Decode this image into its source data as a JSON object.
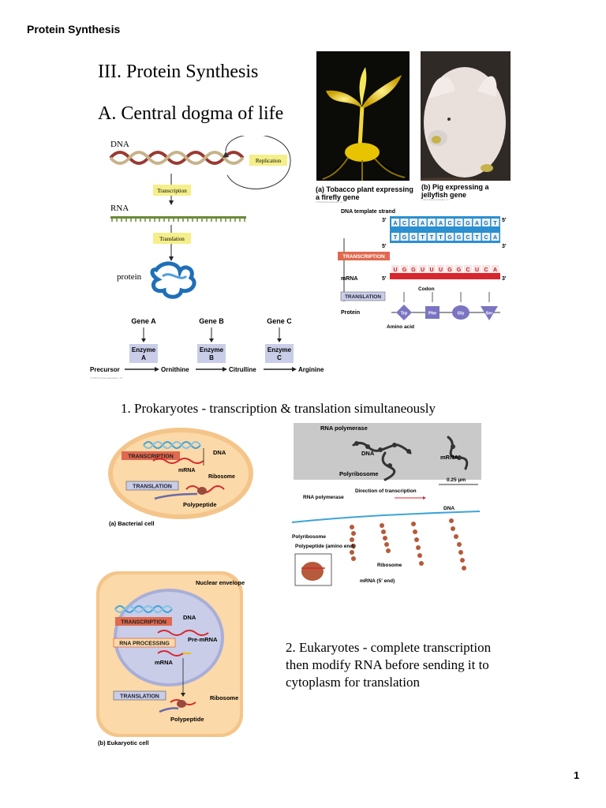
{
  "header": "Protein Synthesis",
  "page_number": "1",
  "title": "III. Protein Synthesis",
  "subtitle": "A. Central dogma of life",
  "dogma": {
    "dna": "DNA",
    "replication": "Replication",
    "transcription": "Transcription",
    "rna": "RNA",
    "translation": "Translation",
    "protein": "protein"
  },
  "photos": {
    "tobacco_caption": "(a) Tobacco plant expressing a firefly gene",
    "pig_caption": "(b) Pig expressing a jellyfish gene",
    "credit": "© 2014 Pearson Education, Inc."
  },
  "codon_fig": {
    "dna_template_strand": "DNA template strand",
    "three_prime": "3'",
    "five_prime": "5'",
    "top_bases": [
      "A",
      "C",
      "C",
      "A",
      "A",
      "A",
      "C",
      "C",
      "G",
      "A",
      "G",
      "T"
    ],
    "bottom_bases": [
      "T",
      "G",
      "G",
      "T",
      "T",
      "T",
      "G",
      "G",
      "C",
      "T",
      "C",
      "A"
    ],
    "transcription": "TRANSCRIPTION",
    "mrna": "mRNA",
    "mrna_bases": [
      "U",
      "G",
      "G",
      "U",
      "U",
      "U",
      "G",
      "G",
      "C",
      "U",
      "C",
      "A"
    ],
    "codon": "Codon",
    "translation": "TRANSLATION",
    "protein": "Protein",
    "amino_acids": [
      "Trp",
      "Phe",
      "Gly",
      "Ser"
    ],
    "amino_acid": "Amino acid"
  },
  "gene_fig": {
    "genes": [
      "Gene A",
      "Gene B",
      "Gene C"
    ],
    "enzymes": [
      [
        "Enzyme",
        "A"
      ],
      [
        "Enzyme",
        "B"
      ],
      [
        "Enzyme",
        "C"
      ]
    ],
    "steps": [
      "Precursor",
      "Ornithine",
      "Citrulline",
      "Arginine"
    ],
    "credit": "© 2014 Pearson Education, Inc."
  },
  "prokaryote_heading": "1. Prokaryotes - transcription & translation  simultaneously",
  "bacterial_fig": {
    "dna": "DNA",
    "transcription": "TRANSCRIPTION",
    "mrna": "mRNA",
    "ribosome": "Ribosome",
    "translation": "TRANSLATION",
    "polypeptide": "Polypeptide",
    "caption": "(a) Bacterial cell"
  },
  "micrograph_fig": {
    "rna_polymerase_top": "RNA polymerase",
    "dna": "DNA",
    "mrna": "mRNA",
    "polyribosome": "Polyribosome",
    "scale": "0.25 μm",
    "rna_polymerase": "RNA polymerase",
    "direction": "Direction of transcription",
    "dna_label": "DNA",
    "polyribosome_label": "Polyribosome",
    "polypeptide_label": "Polypeptide (amino end)",
    "ribosome": "Ribosome",
    "mrna_end": "mRNA (5′ end)"
  },
  "eukaryotic_fig": {
    "nuclear_envelope": "Nuclear envelope",
    "dna": "DNA",
    "transcription": "TRANSCRIPTION",
    "pre_mrna": "Pre-mRNA",
    "rna_processing": "RNA PROCESSING",
    "mrna": "mRNA",
    "translation": "TRANSLATION",
    "ribosome": "Ribosome",
    "polypeptide": "Polypeptide",
    "caption": "(b) Eukaryotic cell"
  },
  "eukaryote_text": "2. Eukaryotes - complete transcription then modify RNA before sending it to cytoplasm for translation",
  "colors": {
    "transcription_box": "#e0694f",
    "translation_box": "#c9cde8",
    "cell_fill": "#fbd9a8",
    "nucleus_fill": "#c9cde8",
    "dogma_label_box": "#f5ef8a",
    "dna_blue": "#3fa4d9",
    "mrna_red": "#d8262e"
  }
}
